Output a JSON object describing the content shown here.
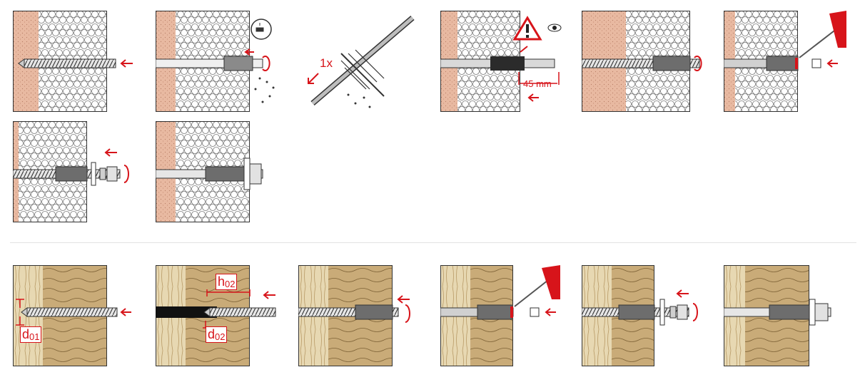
{
  "colors": {
    "accent_red": "#d7141a",
    "masonry_pink": "#e8b9a1",
    "foam_outline": "#7a7a7a",
    "wood_light": "#e7d8b2",
    "wood_dark": "#c9ab78",
    "steel": "#4a4a4a"
  },
  "panels": {
    "facade": {
      "steps": [
        {
          "icon": "drill-bit-icon"
        },
        {
          "icon": "drill-cleaning-icon"
        },
        {
          "icon": "brush-icon",
          "count_label": "1x"
        },
        {
          "icon": "warning-icon",
          "measure_label": "45 mm"
        },
        {
          "icon": "anchor-set-icon"
        },
        {
          "icon": "seal-apply-icon"
        },
        {
          "icon": "nut-tighten-icon"
        },
        {
          "icon": "anchor-finished-icon"
        }
      ]
    },
    "wood": {
      "steps": [
        {
          "icon": "drill-bit-icon",
          "dim_label_main": "d",
          "dim_label_sub": "01"
        },
        {
          "icon": "drill-bit-icon",
          "dim_label_h_main": "h",
          "dim_label_h_sub": "02",
          "dim_label_d_main": "d",
          "dim_label_d_sub": "02"
        },
        {
          "icon": "anchor-set-icon"
        },
        {
          "icon": "seal-apply-icon"
        },
        {
          "icon": "nut-tighten-icon"
        },
        {
          "icon": "anchor-finished-icon"
        }
      ]
    }
  }
}
